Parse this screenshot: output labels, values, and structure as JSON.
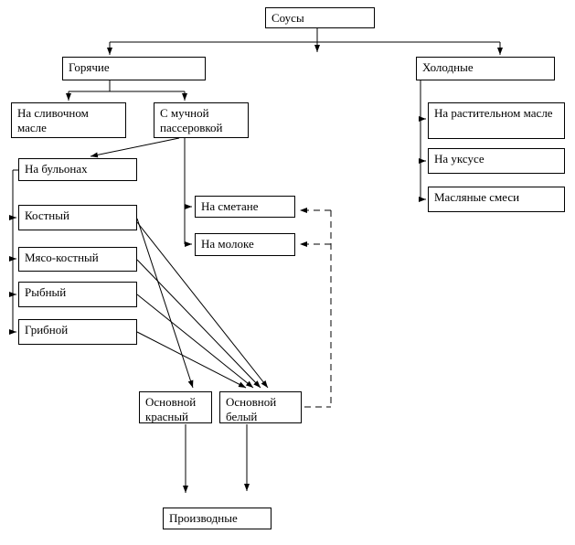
{
  "diagram": {
    "nodes": {
      "sauces": "Соусы",
      "hot": "Горячие",
      "cold": "Холодные",
      "butter_base": "На сливочном масле",
      "flour_sauteing": "С мучной пассеровкой",
      "broths": "На бульонах",
      "bone": "Костный",
      "meat_bone": "Мясо-костный",
      "fish": "Рыбный",
      "mushroom": "Грибной",
      "sour_cream": "На сметане",
      "milk": "На молоке",
      "vegetable_oil": "На растительном масле",
      "vinegar": "На уксусе",
      "butter_mixes": "Масляные смеси",
      "base_red": "Основной красный",
      "base_white": "Основной белый",
      "derivatives": "Производные"
    },
    "edges": [
      {
        "from": "sauces",
        "to": "hot",
        "style": "solid"
      },
      {
        "from": "sauces",
        "to": "cold",
        "style": "solid"
      },
      {
        "from": "hot",
        "to": "butter_base",
        "style": "solid"
      },
      {
        "from": "hot",
        "to": "flour_sauteing",
        "style": "solid"
      },
      {
        "from": "flour_sauteing",
        "to": "broths",
        "style": "solid"
      },
      {
        "from": "flour_sauteing",
        "to": "sour_cream",
        "style": "solid"
      },
      {
        "from": "flour_sauteing",
        "to": "milk",
        "style": "solid"
      },
      {
        "from": "broths",
        "to": "bone",
        "style": "solid"
      },
      {
        "from": "broths",
        "to": "meat_bone",
        "style": "solid"
      },
      {
        "from": "broths",
        "to": "fish",
        "style": "solid"
      },
      {
        "from": "broths",
        "to": "mushroom",
        "style": "solid"
      },
      {
        "from": "bone",
        "to": "base_red",
        "style": "solid"
      },
      {
        "from": "bone",
        "to": "base_white",
        "style": "solid"
      },
      {
        "from": "meat_bone",
        "to": "base_white",
        "style": "solid"
      },
      {
        "from": "fish",
        "to": "base_white",
        "style": "solid"
      },
      {
        "from": "mushroom",
        "to": "base_white",
        "style": "solid"
      },
      {
        "from": "base_white",
        "to": "sour_cream",
        "style": "dashed"
      },
      {
        "from": "base_white",
        "to": "milk",
        "style": "dashed"
      },
      {
        "from": "base_red",
        "to": "derivatives",
        "style": "solid"
      },
      {
        "from": "base_white",
        "to": "derivatives",
        "style": "solid"
      },
      {
        "from": "cold",
        "to": "vegetable_oil",
        "style": "solid"
      },
      {
        "from": "cold",
        "to": "vinegar",
        "style": "solid"
      },
      {
        "from": "cold",
        "to": "butter_mixes",
        "style": "solid"
      }
    ]
  },
  "colors": {
    "line": "#000000",
    "box_border": "#000000",
    "background": "#ffffff"
  }
}
